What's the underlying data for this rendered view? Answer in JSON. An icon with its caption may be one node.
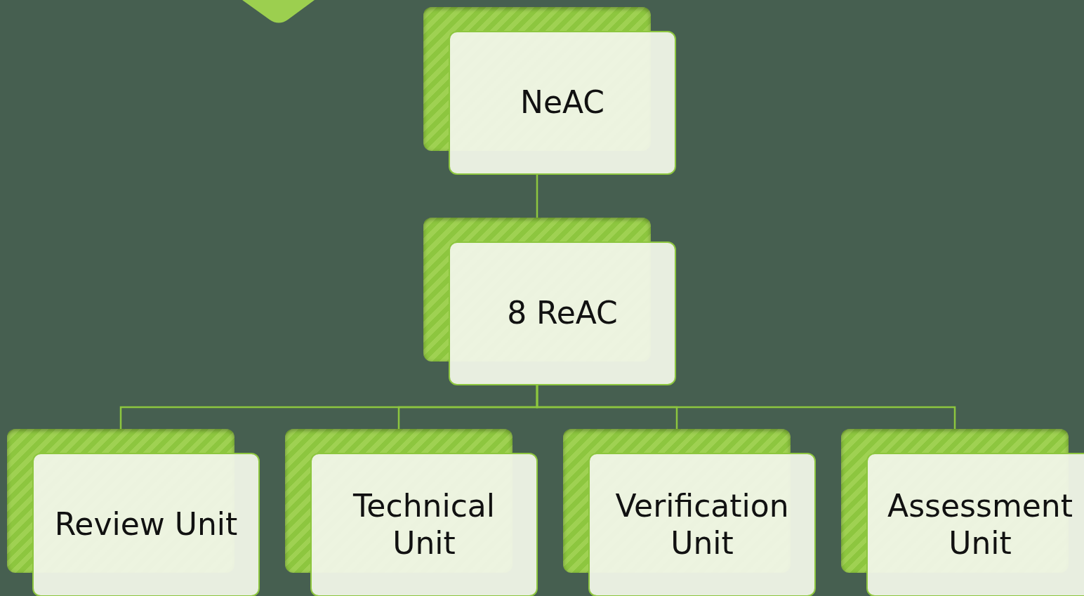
{
  "diagram": {
    "nodes": [
      {
        "text": [
          "NeAC"
        ]
      },
      {
        "text": [
          "8 ReAC"
        ]
      },
      {
        "text": [
          "Review Unit"
        ]
      },
      {
        "text": [
          "Technical Unit"
        ]
      },
      {
        "text": [
          "Verification Unit"
        ]
      },
      {
        "text": [
          "Assessment Unit"
        ]
      }
    ],
    "edges": [
      {
        "from": 0,
        "to": 1,
        "arrow": "none"
      },
      {
        "from": 1,
        "to": 2,
        "arrow": "none"
      },
      {
        "from": 1,
        "to": 3,
        "arrow": "none"
      },
      {
        "from": 1,
        "to": 4,
        "arrow": "none"
      },
      {
        "from": 1,
        "to": 5,
        "arrow": "none"
      }
    ]
  }
}
